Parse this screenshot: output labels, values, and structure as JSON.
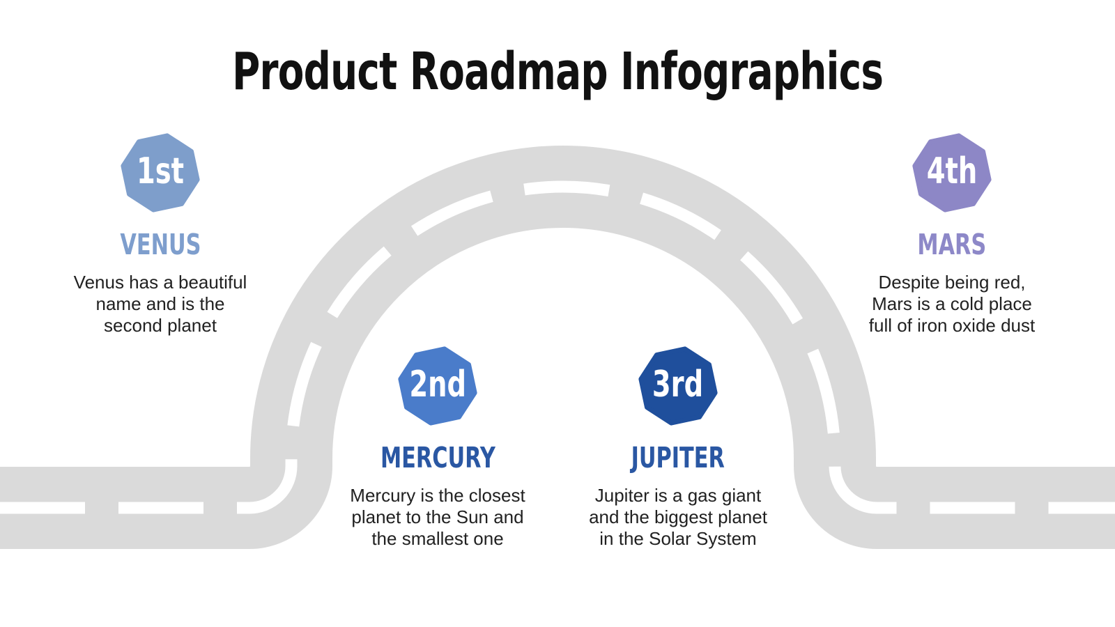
{
  "title": "Product Roadmap Infographics",
  "title_color": "#111111",
  "text_color": "#212121",
  "road": {
    "asphalt_color": "#dadada",
    "line_color": "#ffffff"
  },
  "milestones": [
    {
      "order": "1st",
      "name": "VENUS",
      "description": "Venus has a beautiful\nname and is the\nsecond planet",
      "badge_color": "#7e9ecb",
      "label_color": "#7e9ecd"
    },
    {
      "order": "2nd",
      "name": "MERCURY",
      "description": "Mercury is the closest\nplanet to the Sun and\nthe smallest one",
      "badge_color": "#4a7cca",
      "label_color": "#2a57a3"
    },
    {
      "order": "3rd",
      "name": "JUPITER",
      "description": "Jupiter is a gas giant\nand the biggest planet\nin the Solar System",
      "badge_color": "#1f4f9c",
      "label_color": "#2a57a3"
    },
    {
      "order": "4th",
      "name": "MARS",
      "description": "Despite being red,\nMars is a cold place\nfull of iron oxide dust",
      "badge_color": "#8d87c6",
      "label_color": "#8d88c8"
    }
  ]
}
